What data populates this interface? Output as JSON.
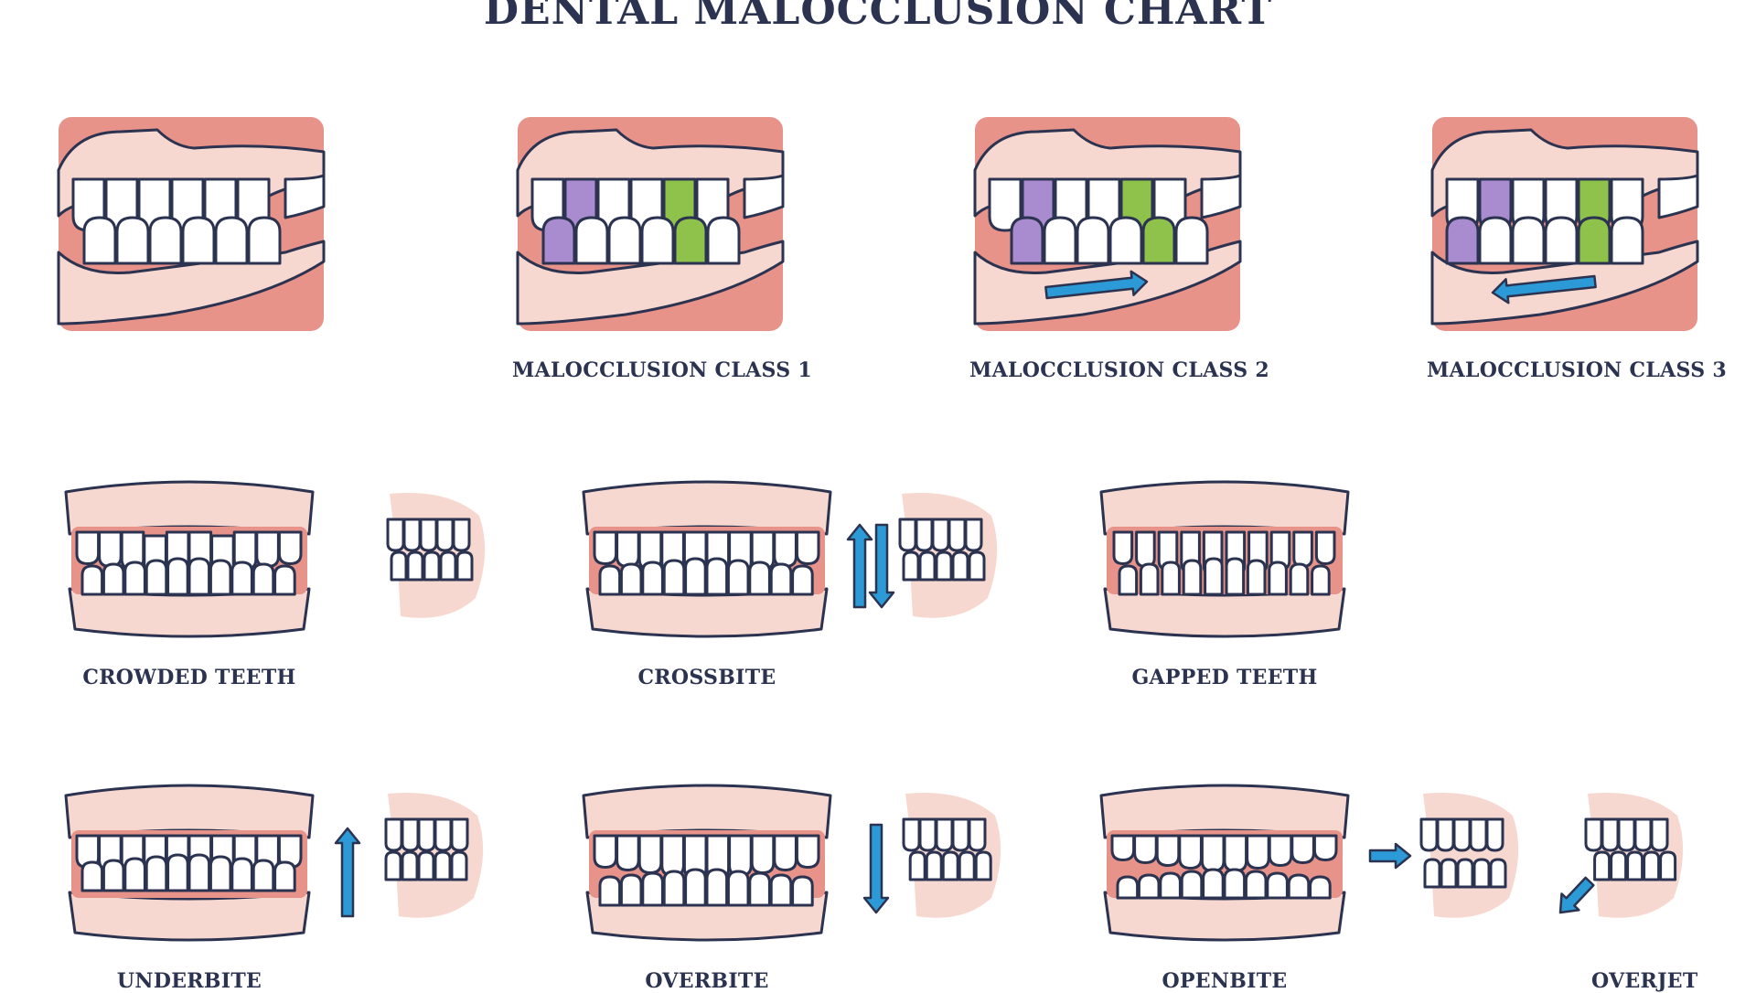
{
  "title": "DENTAL MALOCCLUSION CHART",
  "colors": {
    "outline": "#2b3350",
    "gum": "#f7d8d0",
    "gum_dark": "#e8938a",
    "tooth": "#ffffff",
    "purple": "#a98bd0",
    "green": "#8fc24a",
    "arrow": "#2b9ad6"
  },
  "labels": {
    "class1": "MALOCCLUSION CLASS 1",
    "class2": "MALOCCLUSION CLASS 2",
    "class3": "MALOCCLUSION CLASS 3",
    "crowded": "CROWDED TEETH",
    "crossbite": "CROSSBITE",
    "gapped": "GAPPED TEETH",
    "underbite": "UNDERBITE",
    "overbite": "OVERBITE",
    "openbite": "OPENBITE",
    "overjet": "OVERJET"
  }
}
